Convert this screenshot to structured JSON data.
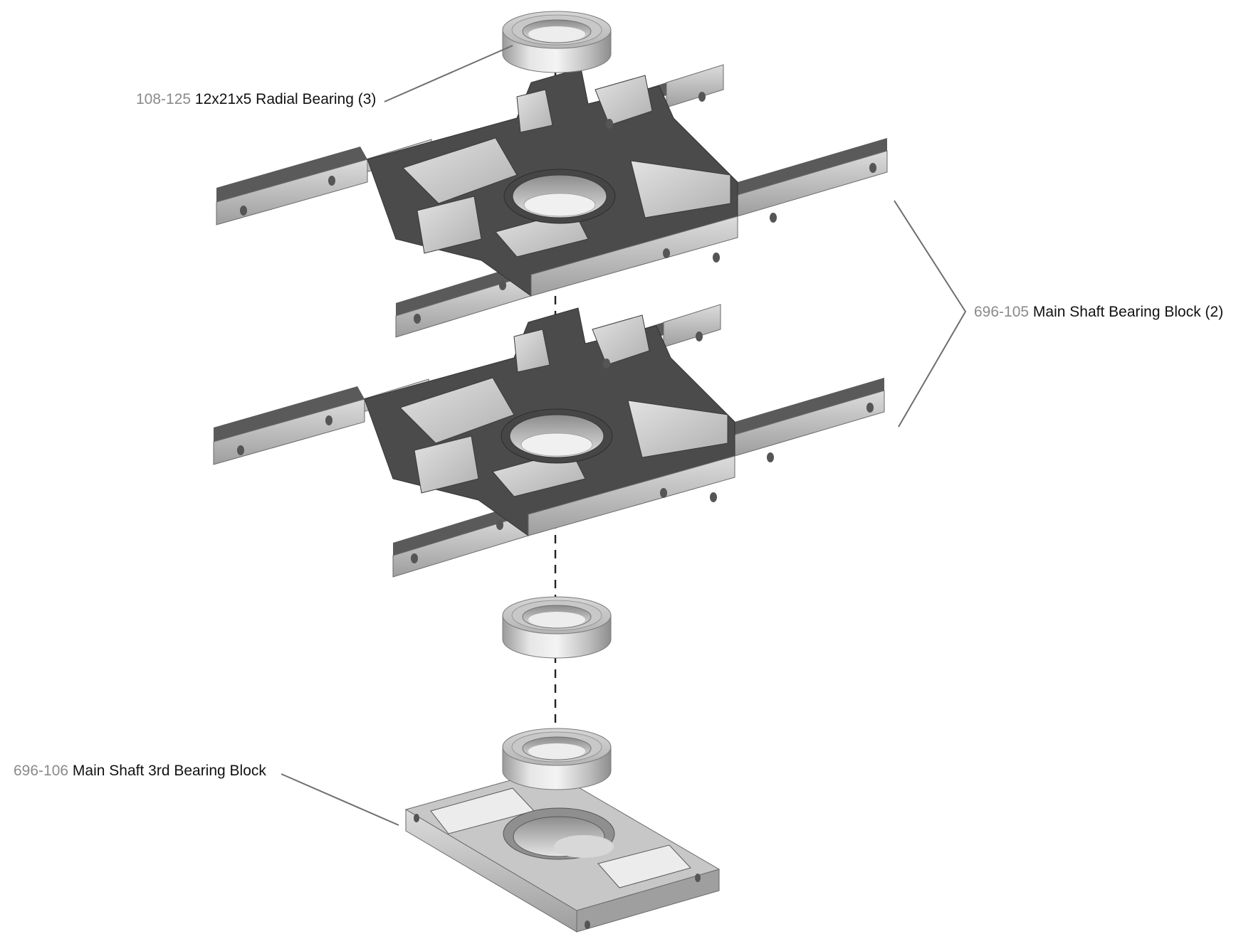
{
  "callouts": {
    "bearing": {
      "part_number": "108-125",
      "description": "12x21x5 Radial Bearing (3)"
    },
    "bearing_block": {
      "part_number": "696-105",
      "description": "Main Shaft Bearing Block (2)"
    },
    "third_block": {
      "part_number": "696-106",
      "description": "Main Shaft 3rd Bearing Block"
    }
  },
  "colors": {
    "metal_light": "#d9d9d9",
    "metal_mid": "#b9b9b9",
    "metal_dark": "#4a4a4a",
    "leader_line": "#6e6e6e",
    "axis_line": "#222222"
  }
}
